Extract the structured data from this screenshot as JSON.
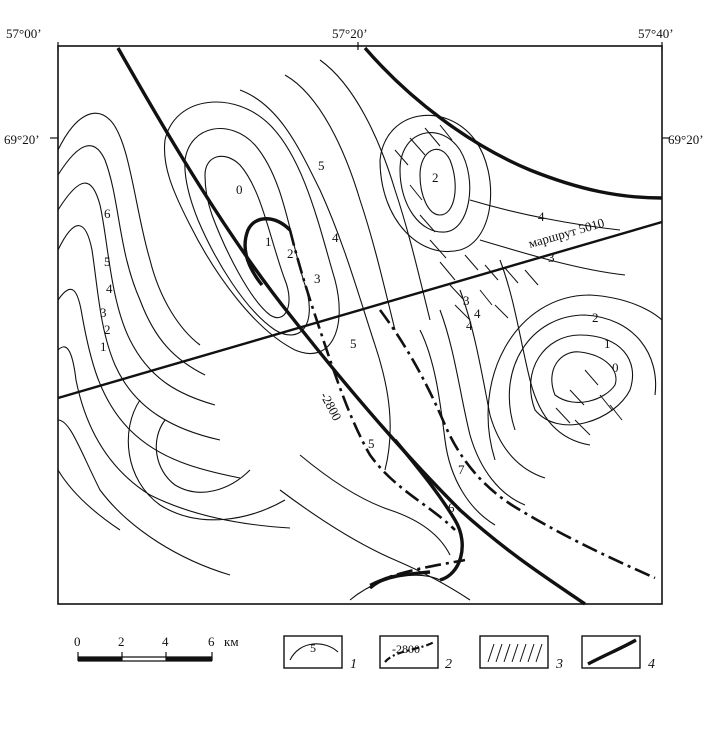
{
  "map": {
    "coords": {
      "top_left": "57°00’",
      "top_mid": "57°20’",
      "top_right": "57°40’",
      "left_lat": "69°20’",
      "right_lat": "69°20’"
    },
    "route_label": "маршрут 5010",
    "contour_labels": [
      "0",
      "1",
      "2",
      "3",
      "4",
      "5",
      "6",
      "5",
      "4",
      "3",
      "2",
      "1",
      "5",
      "4",
      "3",
      "2",
      "3",
      "4",
      "2",
      "1",
      "0",
      "5",
      "6",
      "7",
      "4",
      "-2800"
    ],
    "colors": {
      "ink": "#111111",
      "paper": "#ffffff"
    }
  },
  "scale_bar": {
    "ticks": [
      "0",
      "2",
      "4",
      "6"
    ],
    "unit": "км"
  },
  "legend": [
    {
      "sample": "5",
      "number": "1",
      "icon": "contour-isoline-icon"
    },
    {
      "sample": "-2800",
      "number": "2",
      "icon": "dashdot-isoline-icon"
    },
    {
      "sample": "",
      "number": "3",
      "icon": "hatching-icon"
    },
    {
      "sample": "",
      "number": "4",
      "icon": "fault-line-icon"
    }
  ]
}
